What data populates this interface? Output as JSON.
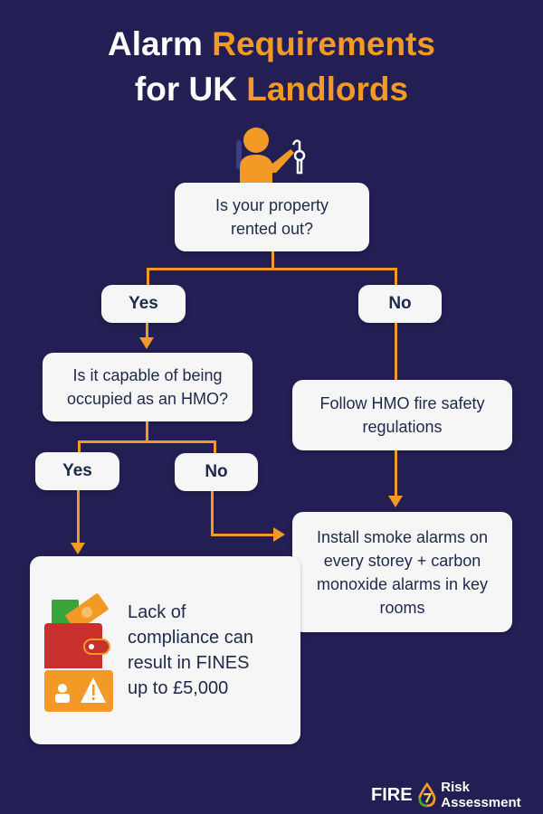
{
  "title": {
    "line1_white": "Alarm",
    "line1_accent": "Requirements",
    "line2_white": "for UK",
    "line2_accent": "Landlords"
  },
  "colors": {
    "background": "#231f55",
    "accent": "#f39a26",
    "box": "#f6f6f6",
    "text": "#1f2a4a"
  },
  "flowchart": {
    "q1": "Is your property rented out?",
    "q1_yes": "Yes",
    "q1_no": "No",
    "q2": "Is it capable of being occupied as an HMO?",
    "q2_yes": "Yes",
    "q2_no": "No",
    "hmo_box": "Follow HMO fire safety regulations",
    "install_box": "Install smoke alarms on every storey + carbon monoxide alarms in key rooms",
    "fines_box": "Lack of compliance can result in FINES up to £5,000"
  },
  "icons": {
    "landlord": "person-holding-key-icon",
    "wallet": "wallet-with-cash-icon",
    "warning": "warning-alert-icon"
  },
  "logo": {
    "fire": "FIRE",
    "rest": "Risk Assessment"
  }
}
